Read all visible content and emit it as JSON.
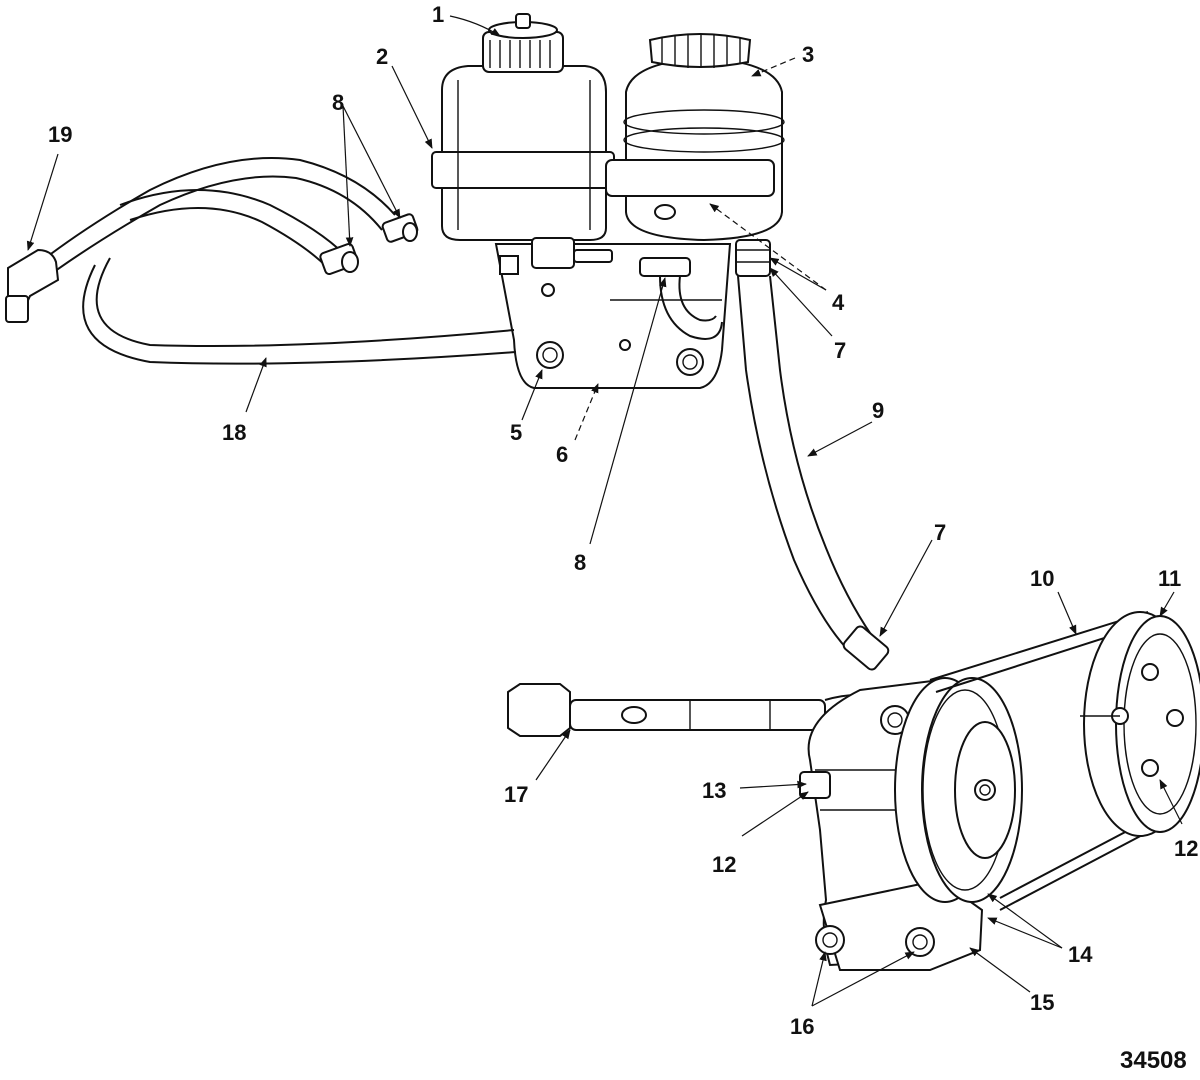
{
  "figure_number": "34508",
  "callouts": [
    {
      "id": "c1",
      "label": "1"
    },
    {
      "id": "c2",
      "label": "2"
    },
    {
      "id": "c3",
      "label": "3"
    },
    {
      "id": "c4",
      "label": "4"
    },
    {
      "id": "c5",
      "label": "5"
    },
    {
      "id": "c6",
      "label": "6"
    },
    {
      "id": "c7a",
      "label": "7"
    },
    {
      "id": "c7b",
      "label": "7"
    },
    {
      "id": "c8a",
      "label": "8"
    },
    {
      "id": "c8b",
      "label": "8"
    },
    {
      "id": "c9",
      "label": "9"
    },
    {
      "id": "c10",
      "label": "10"
    },
    {
      "id": "c11",
      "label": "11"
    },
    {
      "id": "c12a",
      "label": "12"
    },
    {
      "id": "c12b",
      "label": "12"
    },
    {
      "id": "c13",
      "label": "13"
    },
    {
      "id": "c14",
      "label": "14"
    },
    {
      "id": "c15",
      "label": "15"
    },
    {
      "id": "c16",
      "label": "16"
    },
    {
      "id": "c17",
      "label": "17"
    },
    {
      "id": "c18",
      "label": "18"
    },
    {
      "id": "c19",
      "label": "19"
    }
  ]
}
